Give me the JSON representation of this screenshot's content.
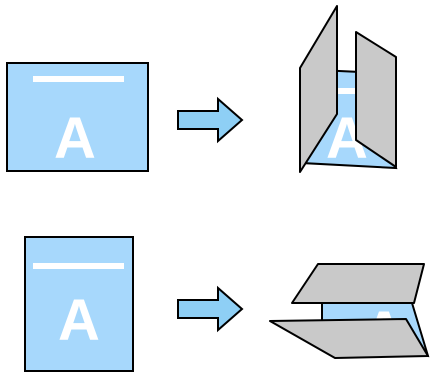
{
  "diagram": {
    "rows": [
      {
        "id": "top",
        "source_letter": "A",
        "result_letter": "A",
        "fold": "vertical"
      },
      {
        "id": "bottom",
        "source_letter": "A",
        "result_letter": "A",
        "fold": "horizontal"
      }
    ]
  },
  "colors": {
    "paper_fill": "#a7d8fc",
    "outline": "#000000",
    "panel_fill": "#c9c9c9",
    "arrow_fill": "#8ecff5",
    "letter": "#ffffff"
  },
  "icons": {
    "arrow": "right-arrow-icon"
  }
}
